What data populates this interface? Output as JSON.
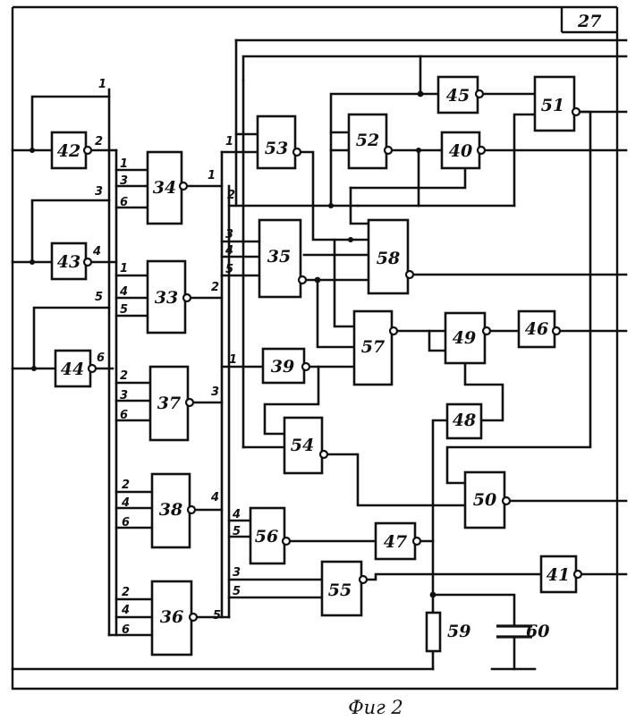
{
  "figure": {
    "frame_number": "27",
    "caption": "Фиг 2"
  },
  "blocks": [
    {
      "id": "42",
      "label": "42"
    },
    {
      "id": "43",
      "label": "43"
    },
    {
      "id": "44",
      "label": "44"
    },
    {
      "id": "34",
      "label": "34"
    },
    {
      "id": "33",
      "label": "33"
    },
    {
      "id": "37",
      "label": "37"
    },
    {
      "id": "38",
      "label": "38"
    },
    {
      "id": "36",
      "label": "36"
    },
    {
      "id": "53",
      "label": "53"
    },
    {
      "id": "35",
      "label": "35"
    },
    {
      "id": "39",
      "label": "39"
    },
    {
      "id": "54",
      "label": "54"
    },
    {
      "id": "56",
      "label": "56"
    },
    {
      "id": "55",
      "label": "55"
    },
    {
      "id": "52",
      "label": "52"
    },
    {
      "id": "45",
      "label": "45"
    },
    {
      "id": "40",
      "label": "40"
    },
    {
      "id": "51",
      "label": "51"
    },
    {
      "id": "58",
      "label": "58"
    },
    {
      "id": "57",
      "label": "57"
    },
    {
      "id": "49",
      "label": "49"
    },
    {
      "id": "46",
      "label": "46"
    },
    {
      "id": "48",
      "label": "48"
    },
    {
      "id": "50",
      "label": "50"
    },
    {
      "id": "47",
      "label": "47"
    },
    {
      "id": "41",
      "label": "41"
    }
  ],
  "components": {
    "resistor_label": "59",
    "capacitor_label": "60"
  },
  "pins": {
    "bus_in_1": "1",
    "out_42": "2",
    "bus_in_3": "3",
    "out_43": "4",
    "bus_in_5": "5",
    "out_44": "6",
    "b34_1": "1",
    "b34_3": "3",
    "b34_6": "6",
    "b34_out": "1",
    "b33_1": "1",
    "b33_4": "4",
    "b33_5": "5",
    "b33_out": "2",
    "b37_2": "2",
    "b37_3": "3",
    "b37_6": "6",
    "b37_out": "3",
    "b38_2": "2",
    "b38_4": "4",
    "b38_6": "6",
    "b38_out": "4",
    "b36_2": "2",
    "b36_4": "4",
    "b36_6": "6",
    "b36_out": "5",
    "b53_1": "1",
    "b53_2": "2",
    "b35_3": "3",
    "b35_4": "4",
    "b35_5": "5",
    "b39_1": "1",
    "b56_4": "4",
    "b56_5": "5",
    "b55_3": "3",
    "b55_5": "5"
  }
}
